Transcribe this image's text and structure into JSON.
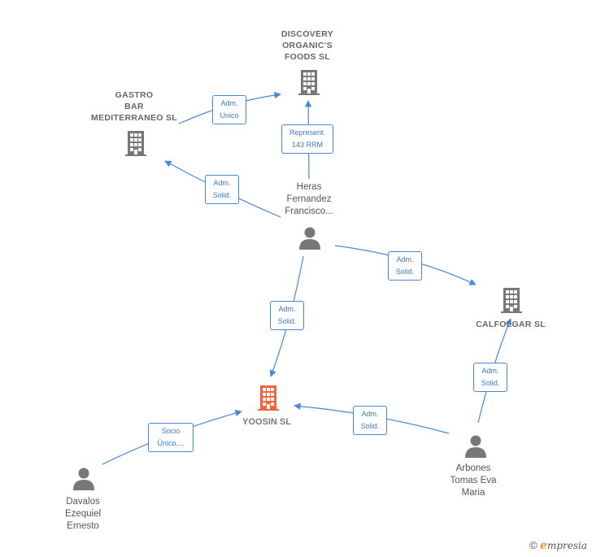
{
  "nodes": {
    "discovery": {
      "label": "DISCOVERY\nORGANIC'S\nFOODS  SL",
      "type": "company"
    },
    "gastro": {
      "label": "GASTRO\nBAR\nMEDITERRANEO SL",
      "type": "company"
    },
    "calfolgar": {
      "label": "CALFOLGAR SL",
      "type": "company"
    },
    "yoosin": {
      "label": "YOOSIN SL",
      "type": "company-focus"
    },
    "heras": {
      "label": "Heras\nFernandez\nFrancisco...",
      "type": "person"
    },
    "arbones": {
      "label": "Arbones\nTomas Eva\nMaria",
      "type": "person"
    },
    "davalos": {
      "label": "Davalos\nEzequiel\nErnesto",
      "type": "person"
    }
  },
  "edges": {
    "gastro_discovery": "Adm.\nUnico",
    "heras_discovery": "Represent.\n143 RRM",
    "heras_gastro": "Adm.\nSolid.",
    "heras_calfolgar": "Adm.\nSolid.",
    "heras_yoosin": "Adm.\nSolid.",
    "arbones_calfolgar": "Adm.\nSolid.",
    "arbones_yoosin": "Adm.\nSolid.",
    "davalos_yoosin": "Socio\nÚnico,..."
  },
  "colors": {
    "edge": "#4a88d6",
    "company_icon": "#777777",
    "focus_icon": "#f0643c",
    "person_icon": "#777777"
  },
  "footer": {
    "copyright": "©",
    "brand_initial": "e",
    "brand_rest": "mpresia"
  }
}
